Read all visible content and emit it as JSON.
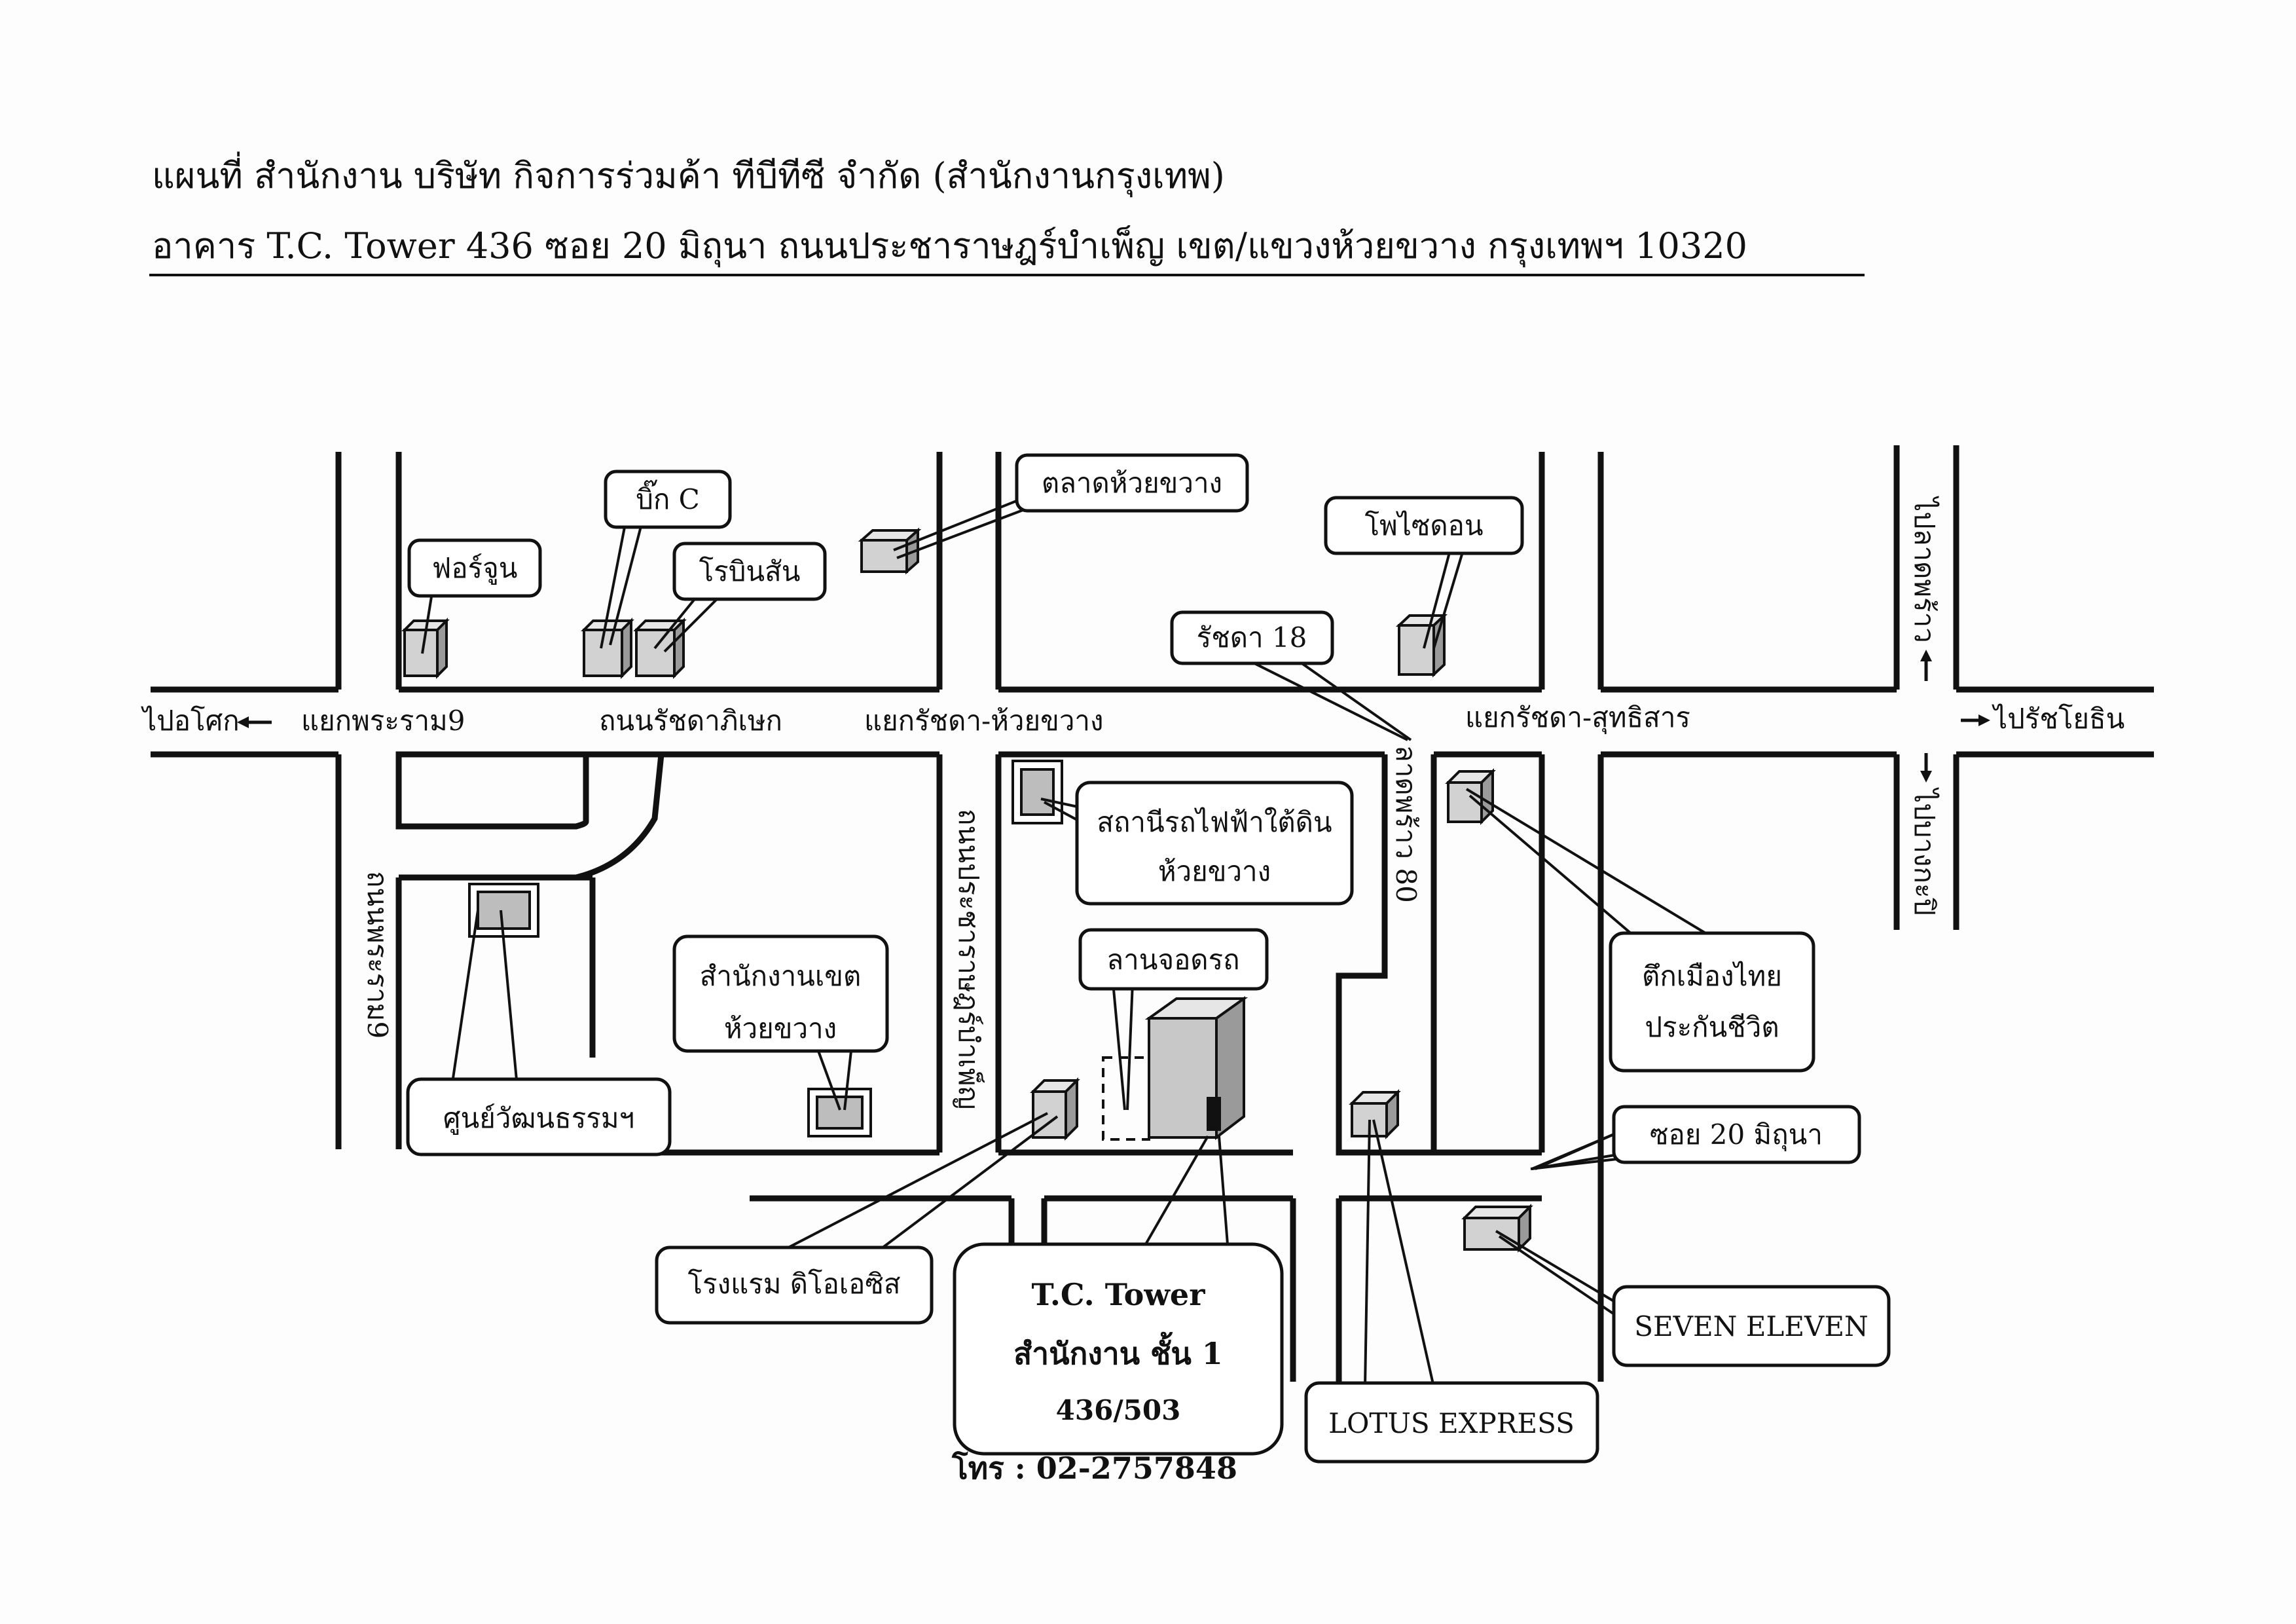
{
  "header": {
    "title": "แผนที่ สำนักงาน บริษัท กิจการร่วมค้า ทีบีทีซี จำกัด (สำนักงานกรุงเทพ)",
    "address": "อาคาร T.C. Tower 436  ซอย 20 มิถุนา  ถนนประชาราษฎร์บำเพ็ญ  เขต/แขวงห้วยขวาง  กรุงเทพฯ 10320"
  },
  "roads": {
    "to_asok": "ไปอโศก",
    "rama9_intersection": "แยกพระราม9",
    "ratchadaphisek_road": "ถนนรัชดาภิเษก",
    "ratchada_huaikhwang_intersection": "แยกรัชดา-ห้วยขวาง",
    "ratchada_sutthisan_intersection": "แยกรัชดา-สุทธิสาร",
    "to_ratchayothin": "ไปรัชโยธิน",
    "to_lat_phrao": "ไปลาดพร้าว",
    "to_bang_kapi": "ไปบางกะปิ",
    "rama9_road": "ถนนพระราม9",
    "pracharat_road": "ถนนประชาราษฎร์บำเพ็ญ",
    "lat_phrao_80": "ลาดพร้าว 80"
  },
  "landmarks": {
    "fortune": "ฟอร์จูน",
    "big_c": "บิ๊ก C",
    "robinson": "โรบินสัน",
    "huai_khwang_market": "ตลาดห้วยขวาง",
    "ratchada_18": "รัชดา 18",
    "fortune_2": "โพไซดอน",
    "mrt_line1": "สถานีรถไฟฟ้าใต้ดิน",
    "mrt_line2": "ห้วยขวาง",
    "district_office_line1": "สำนักงานเขต",
    "district_office_line2": "ห้วยขวาง",
    "cultural_center": "ศูนย์วัฒนธรรมฯ",
    "parking": "ลานจอดรถ",
    "muang_thai_line1": "ตึกเมืองไทย",
    "muang_thai_line2": "ประกันชีวิต",
    "soi_20_mithuna": "ซอย 20 มิถุนา",
    "hotel": "โรงแรม ดิโอเอซิส",
    "seven_eleven": "SEVEN ELEVEN",
    "lotus_express": "LOTUS EXPRESS"
  },
  "destination": {
    "name": "T.C. Tower",
    "floor": "สำนักงาน ชั้น 1",
    "unit": "436/503",
    "phone": "โทร : 02-2757848"
  }
}
